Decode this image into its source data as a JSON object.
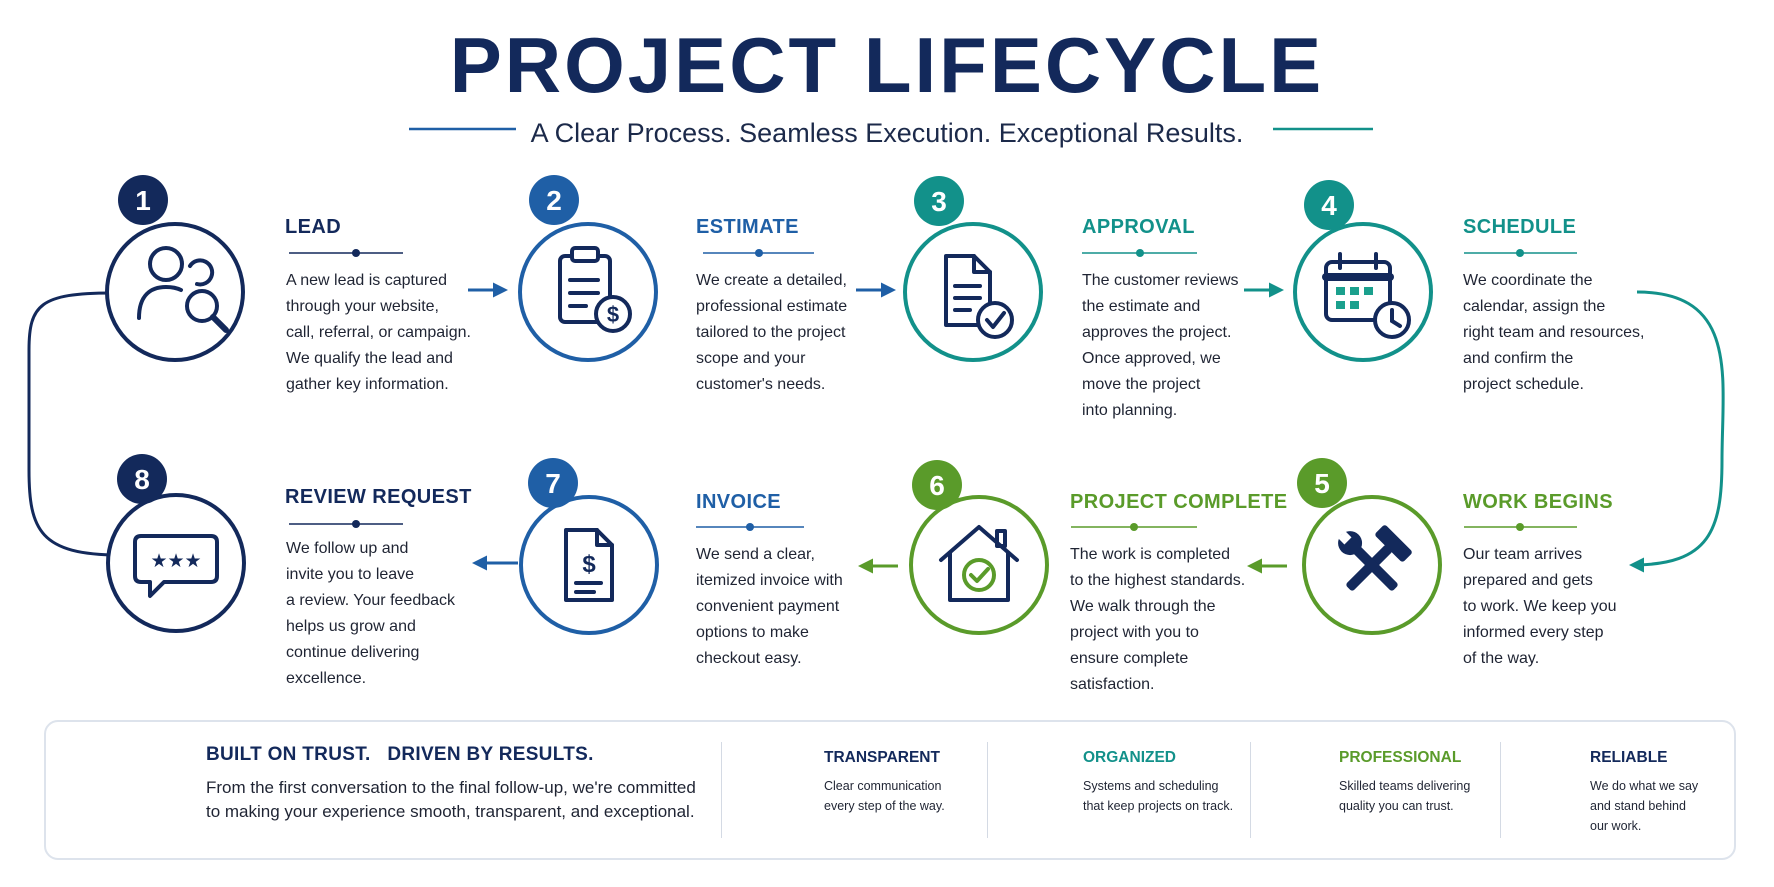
{
  "title": "PROJECT LIFECYCLE",
  "subtitle": "A Clear Process.  Seamless Execution.  Exceptional Results.",
  "colors": {
    "navy": "#13295b",
    "blue": "#1f5fa6",
    "teal": "#12918a",
    "green": "#5a9b2a"
  },
  "steps": [
    {
      "number": "1",
      "name": "LEAD",
      "icon": "user-search-icon",
      "description": "A new lead is captured\nthrough your website,\ncall, referral, or campaign.\nWe qualify the lead and\ngather key information."
    },
    {
      "number": "2",
      "name": "ESTIMATE",
      "icon": "clipboard-dollar-icon",
      "description": "We create a detailed,\nprofessional estimate\ntailored to the project\nscope and your\ncustomer's needs."
    },
    {
      "number": "3",
      "name": "APPROVAL",
      "icon": "document-check-icon",
      "description": "The customer reviews\nthe estimate and\napproves the project.\nOnce approved, we\nmove the project\ninto planning."
    },
    {
      "number": "4",
      "name": "SCHEDULE",
      "icon": "calendar-clock-icon",
      "description": "We coordinate the\ncalendar, assign the\nright team and resources,\nand confirm the\nproject schedule."
    },
    {
      "number": "5",
      "name": "WORK BEGINS",
      "icon": "hammer-wrench-icon",
      "description": "Our team arrives\nprepared and gets\nto work. We keep you\ninformed every step\nof the way."
    },
    {
      "number": "6",
      "name": "PROJECT COMPLETE",
      "icon": "house-check-icon",
      "description": "The work is completed\nto the highest standards.\nWe walk through the\nproject with you to\nensure complete\nsatisfaction."
    },
    {
      "number": "7",
      "name": "INVOICE",
      "icon": "invoice-dollar-icon",
      "description": "We send a clear,\nitemized invoice with\nconvenient payment\noptions to make\ncheckout easy."
    },
    {
      "number": "8",
      "name": "REVIEW REQUEST",
      "icon": "speech-bubble-stars-icon",
      "description": "We follow up and\ninvite you to leave\na review. Your feedback\nhelps us grow and\ncontinue delivering\nexcellence."
    }
  ],
  "trust": {
    "heading": "BUILT ON TRUST.   DRIVEN BY RESULTS.",
    "text": "From the first conversation to the final follow-up, we're committed to making your experience smooth, transparent, and exceptional.",
    "icon": "team-star-icon",
    "values": [
      {
        "name": "TRANSPARENT",
        "icon": "shield-check-icon",
        "description": "Clear communication\nevery step of the way."
      },
      {
        "name": "ORGANIZED",
        "icon": "team-people-icon",
        "description": "Systems and scheduling\nthat keep projects on track."
      },
      {
        "name": "PROFESSIONAL",
        "icon": "award-ribbon-icon",
        "description": "Skilled teams delivering\nquality you can trust."
      },
      {
        "name": "RELIABLE",
        "icon": "handshake-icon",
        "description": "We do what we say\nand stand behind\nour work."
      }
    ]
  }
}
